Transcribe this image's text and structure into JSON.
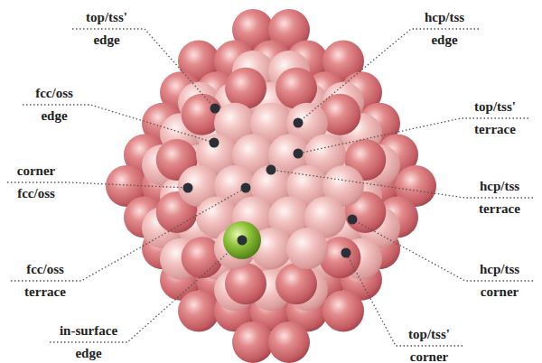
{
  "diagram": {
    "labels": [
      "top/tss'",
      "edge",
      "hcp/tss",
      "edge",
      "fcc/oss",
      "edge",
      "top/tss'",
      "terrace",
      "corner",
      "fcc/oss",
      "hcp/tss",
      "terrace",
      "fcc/oss",
      "terrace",
      "hcp/tss",
      "corner",
      "in-surface",
      "edge",
      "top/tss'",
      "corner"
    ]
  }
}
